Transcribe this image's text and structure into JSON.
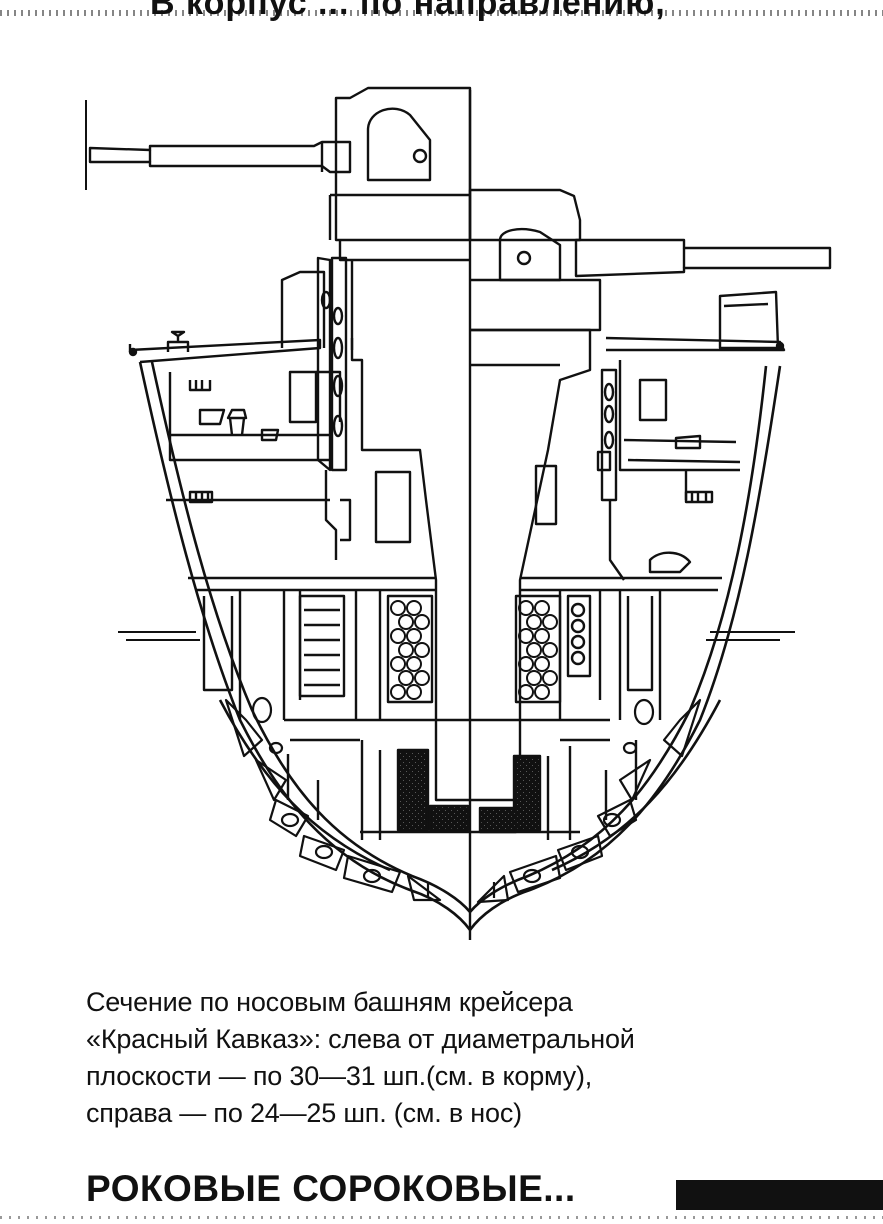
{
  "top_fragment": "В корпус ... по направлению,",
  "caption": {
    "lines": [
      "Сечение по носовым башням крейсера",
      "«Красный Кавказ»: слева от диаметральной",
      "плоскости — по 30—31 шп.(см. в корму),",
      "справа — по 24—25 шп. (см. в нос)"
    ]
  },
  "footer": {
    "heading": "РОКОВЫЕ СОРОКОВЫЕ..."
  }
}
